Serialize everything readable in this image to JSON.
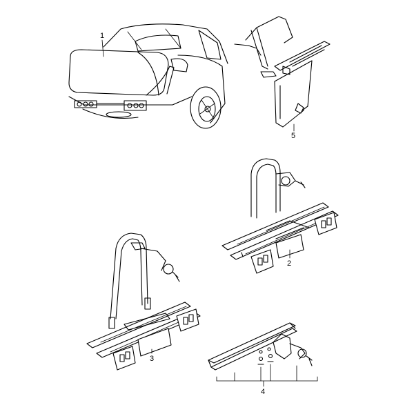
{
  "diagram": {
    "callouts": [
      {
        "id": "1",
        "label": "1"
      },
      {
        "id": "2",
        "label": "2"
      },
      {
        "id": "3",
        "label": "3"
      },
      {
        "id": "4",
        "label": "4"
      },
      {
        "id": "5",
        "label": "5"
      }
    ],
    "line_color": "#000000",
    "background": "#ffffff"
  }
}
